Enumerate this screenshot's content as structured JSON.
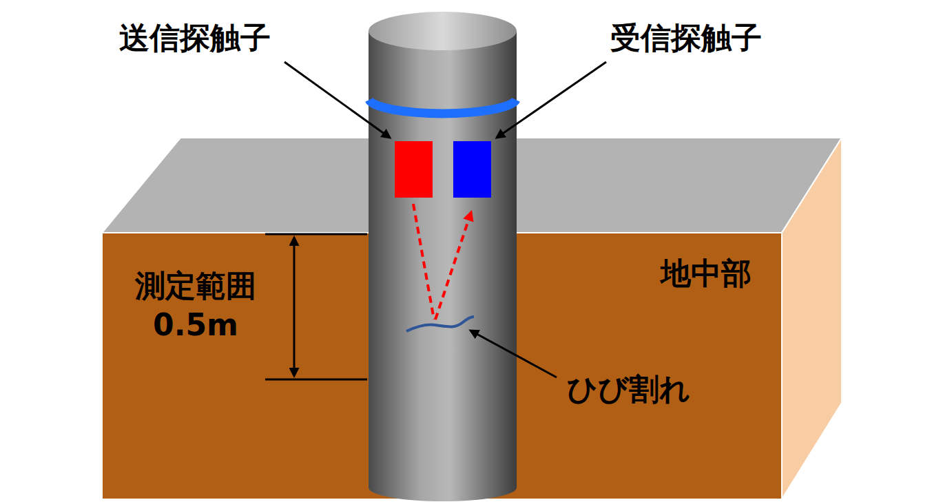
{
  "diagram": {
    "labels": [
      "送信探触子",
      "受信探触子",
      "地中部",
      "測定範囲 0.5m",
      "ひび割れ"
    ]
  }
}
